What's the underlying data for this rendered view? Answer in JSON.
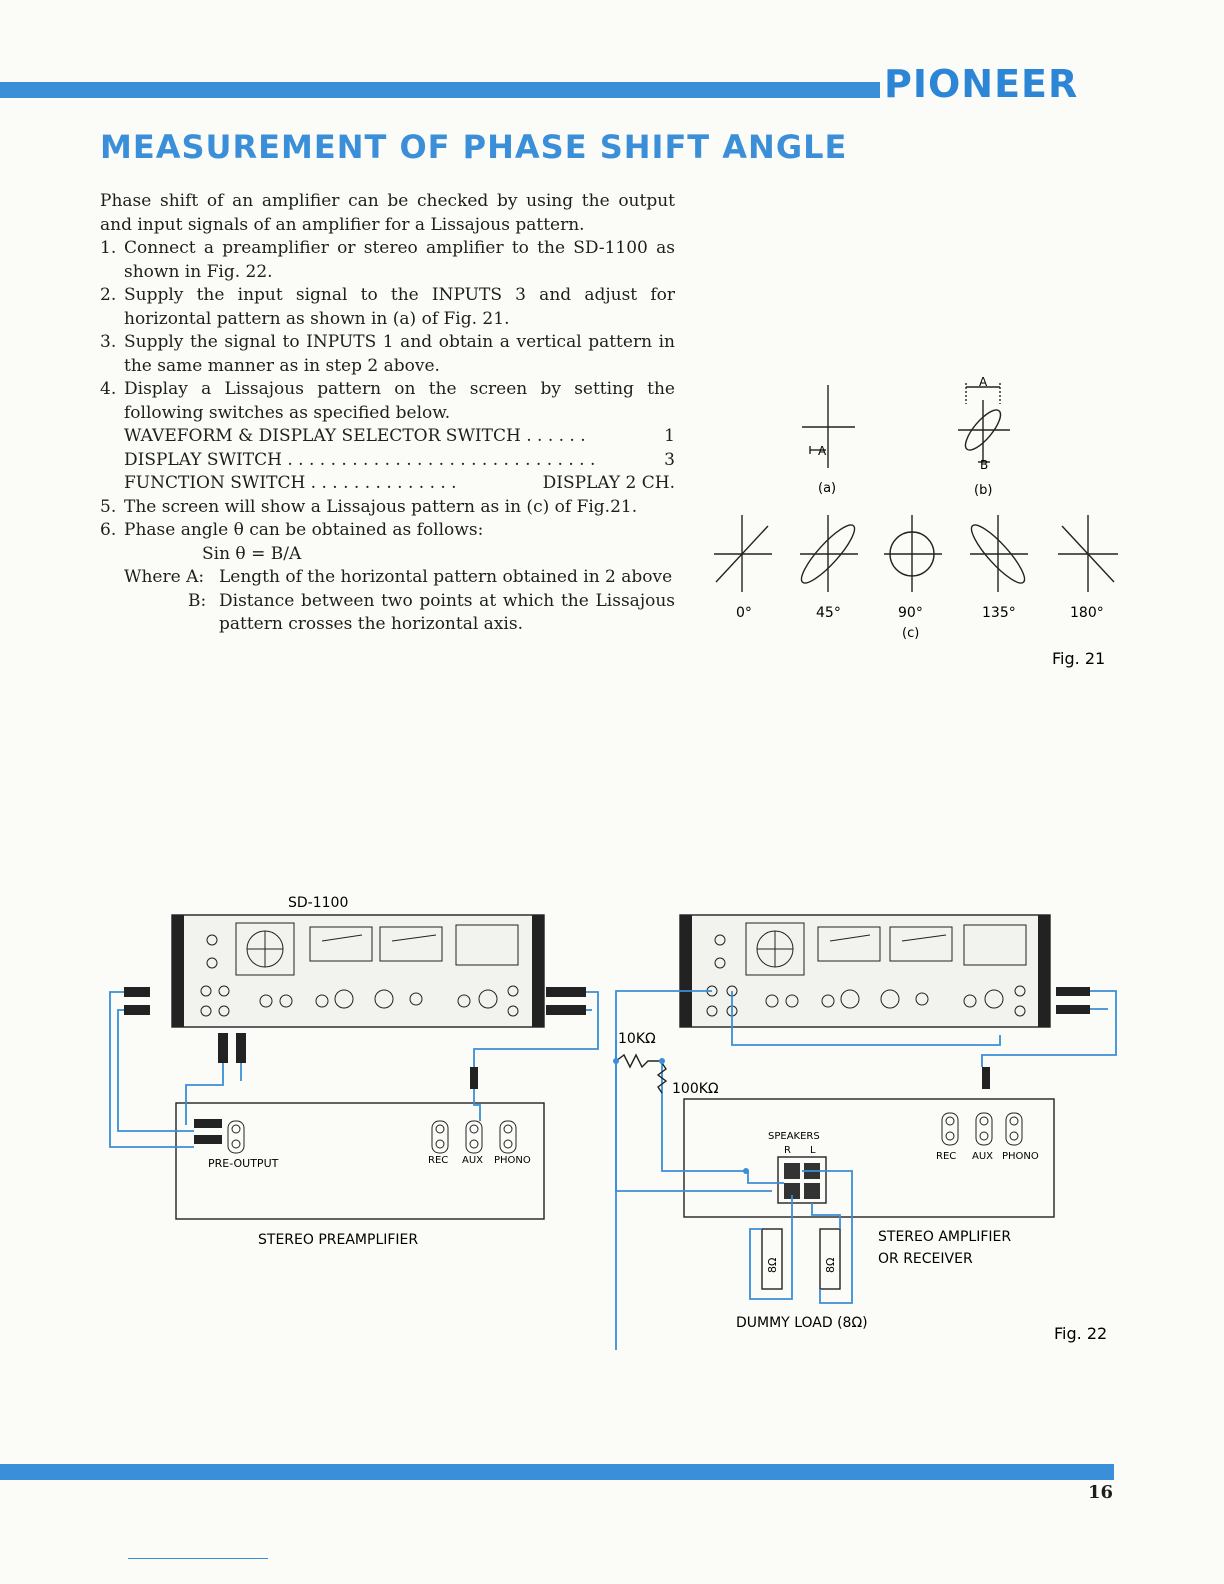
{
  "brand": "PIONEER",
  "title": "MEASUREMENT OF PHASE SHIFT ANGLE",
  "intro": "Phase shift of an amplifier can be checked by using the output and input signals of an amplifier for a Lissajous pattern.",
  "steps": [
    {
      "num": "1.",
      "text": "Connect a preamplifier or stereo amplifier to the SD-1100 as shown in Fig. 22."
    },
    {
      "num": "2.",
      "text": "Supply the input signal to the INPUTS 3 and adjust for horizontal pattern as shown in (a) of Fig. 21."
    },
    {
      "num": "3.",
      "text": "Supply the signal to INPUTS 1 and obtain a vertical pattern in the same manner as in step 2 above."
    },
    {
      "num": "4.",
      "text": "Display a Lissajous pattern on the screen by setting the following switches as specified below."
    }
  ],
  "switches": [
    {
      "name": "WAVEFORM & DISPLAY SELECTOR SWITCH . . . . . .",
      "value": "1"
    },
    {
      "name": "DISPLAY SWITCH . . . . . . . . . . . . . . . . . . . . . . . . . . . . .",
      "value": "3"
    },
    {
      "name": "FUNCTION SWITCH  . . . . . . . . . . . . . .",
      "value": "DISPLAY 2 CH."
    }
  ],
  "steps_after": [
    {
      "num": "5.",
      "text": "The screen will show a Lissajous pattern as in (c) of Fig.21."
    },
    {
      "num": "6.",
      "text": "Phase angle θ can be obtained as follows:"
    }
  ],
  "formula": "Sin θ = B/A",
  "where_a_label": "Where A:",
  "where_a_text": "Length of the horizontal pattern obtained in 2 above",
  "where_b_label": "B:",
  "where_b_text": "Distance between two points at which the Lissajous pattern crosses the horizontal axis.",
  "fig21": {
    "label_a": "(a)",
    "label_b": "(b)",
    "label_c": "(c)",
    "dim_a": "A",
    "dim_b": "B",
    "angles": [
      "0°",
      "45°",
      "90°",
      "135°",
      "180°"
    ],
    "caption": "Fig. 21"
  },
  "fig22": {
    "sd1100": "SD-1100",
    "pre_output": "PRE-OUTPUT",
    "rec": "REC",
    "aux": "AUX",
    "phono": "PHONO",
    "stereo_preamp": "STEREO PREAMPLIFIER",
    "r10k": "10KΩ",
    "r100k": "100KΩ",
    "speakers": "SPEAKERS",
    "r": "R",
    "l": "L",
    "stereo_amp_line1": "STEREO AMPLIFIER",
    "stereo_amp_line2": "OR RECEIVER",
    "dummy_load": "DUMMY LOAD (8Ω)",
    "ohm8": "8Ω",
    "caption": "Fig. 22"
  },
  "page_number": "16",
  "colors": {
    "accent": "#3a8fd8",
    "ink": "#1e1e1e"
  }
}
